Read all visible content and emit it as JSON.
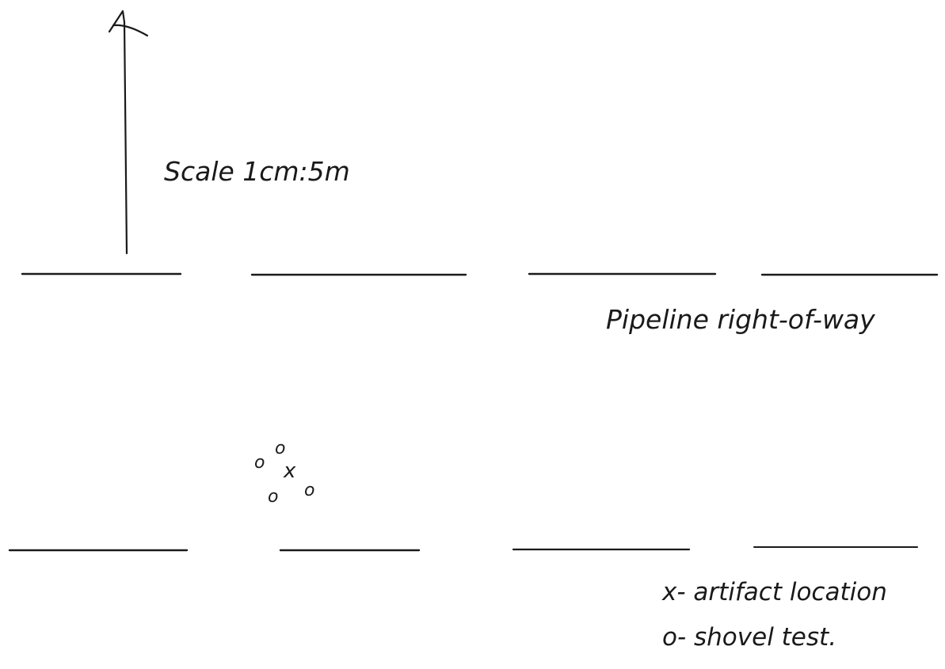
{
  "diagram": {
    "scale_label": "Scale 1cm:5m",
    "corridor_label": "Pipeline right-of-way",
    "legend": {
      "artifact": "x- artifact location",
      "shovel_test": "o- shovel test."
    },
    "artifact_symbol": "x",
    "shovel_test_symbol": "o",
    "ink_color": "#1a1a1a",
    "background_color": "#ffffff"
  }
}
